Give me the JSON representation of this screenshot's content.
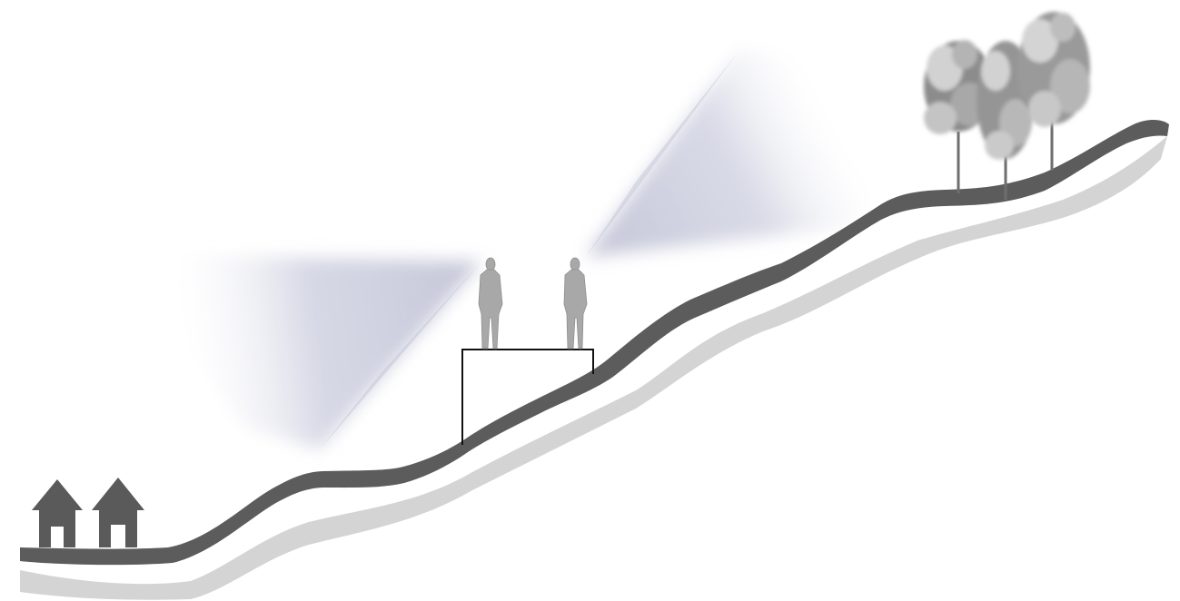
{
  "diagram": {
    "type": "terrain-section-sightlines",
    "elements": [
      "ground-profile",
      "houses",
      "viewing-platform",
      "people",
      "trees",
      "view-cones"
    ],
    "house_count": 2,
    "person_count": 2,
    "tree_count": 3,
    "view_cone_count": 2
  },
  "colors": {
    "background": "#ffffff",
    "ground": "#5c5c5c",
    "ground_shadow": "#d4d4d4",
    "house": "#5a5a5a",
    "person": "#a8a8a8",
    "platform": "#111111",
    "view_cone": "#c4c6d8",
    "tree_dark": "#8c8c8c",
    "tree_light": "#d2d2d2",
    "trunk": "#6e6e6e"
  }
}
